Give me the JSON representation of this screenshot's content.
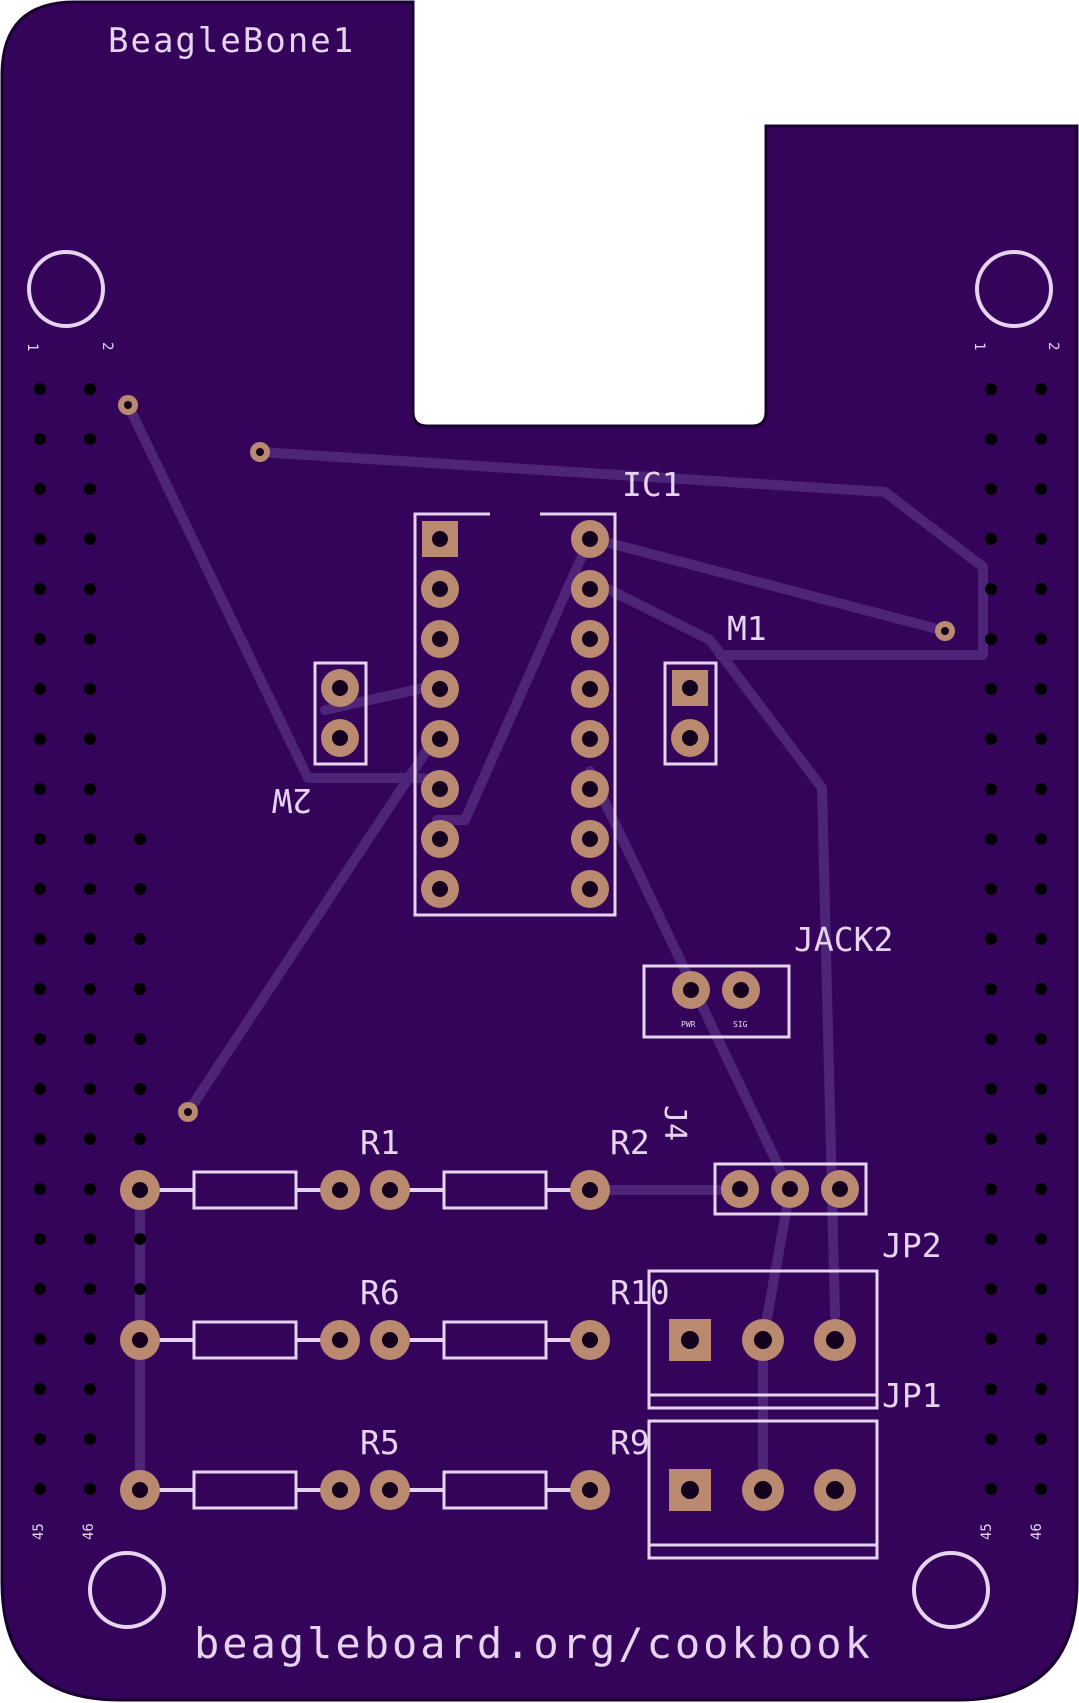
{
  "board": {
    "title": "BeagleBone1",
    "url": "beagleboard.org/cookbook",
    "colors": {
      "board": "#33045a",
      "board_outline": "#1a0030",
      "silkscreen": "#e6d3ee",
      "pad": "#b98a6f",
      "drill": "#14001f",
      "trace": "#4e2479",
      "header_hole": "#000000"
    }
  },
  "header_labels": {
    "left_top_1": "1",
    "left_top_2": "2",
    "right_top_1": "1",
    "right_top_2": "2",
    "left_bottom_45": "45",
    "left_bottom_46": "46",
    "right_bottom_45": "45",
    "right_bottom_46": "46"
  },
  "components": {
    "ic1": "IC1",
    "m1": "M1",
    "m2": "2W",
    "jack2": "JACK2",
    "jack2_pin_pwr": "PWR",
    "jack2_pin_sig": "SIG",
    "j4": "J4",
    "jp2": "JP2",
    "jp1": "JP1",
    "r1": "R1",
    "r2": "R2",
    "r6": "R6",
    "r10": "R10",
    "r5": "R5",
    "r9": "R9"
  }
}
